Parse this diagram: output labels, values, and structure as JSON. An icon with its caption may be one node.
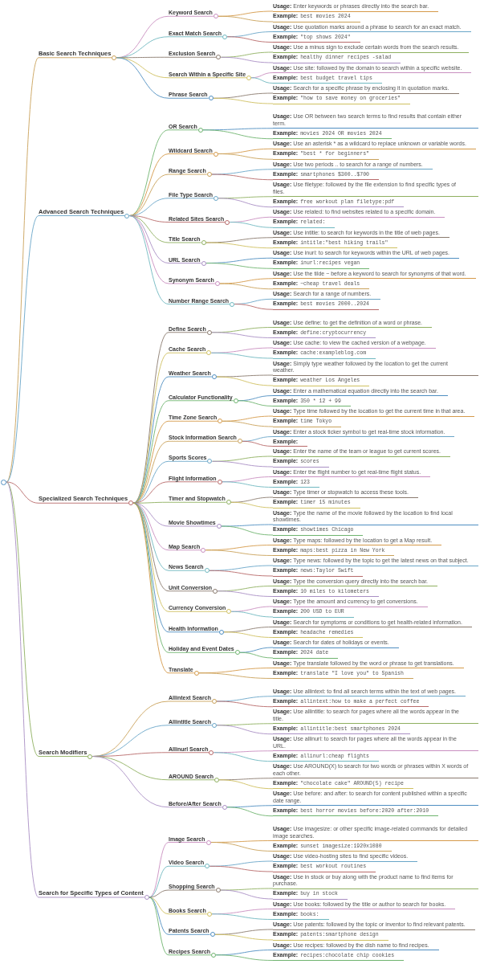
{
  "diagram": {
    "nodes": [
      {
        "text": [],
        "shape": "circle"
      },
      {
        "text": [
          "Basic Search Techniques"
        ]
      },
      {
        "text": [
          "Keyword Search"
        ]
      },
      {
        "text": [
          "Usage:",
          "Enter keywords or phrases directly into the search bar."
        ]
      },
      {
        "text": [
          "Example:",
          "best movies 2024"
        ]
      },
      {
        "text": [
          "Exact Match Search"
        ]
      },
      {
        "text": [
          "Usage:",
          "Use quotation marks around a phrase to search for an exact match."
        ]
      },
      {
        "text": [
          "Example:",
          "\"top shows 2024\""
        ]
      },
      {
        "text": [
          "Exclusion Search"
        ]
      },
      {
        "text": [
          "Usage:",
          "Use a minus sign to exclude certain words from the search results."
        ]
      },
      {
        "text": [
          "Example:",
          "healthy dinner recipes -salad"
        ]
      },
      {
        "text": [
          "Search Within a Specific Site"
        ]
      },
      {
        "text": [
          "Usage:",
          "Use site: followed by the domain to search within a specific website."
        ]
      },
      {
        "text": [
          "Example:",
          "best budget travel tips"
        ]
      },
      {
        "text": [
          "Phrase Search"
        ]
      },
      {
        "text": [
          "Usage:",
          "Search for a specific phrase by enclosing it in quotation marks."
        ]
      },
      {
        "text": [
          "Example:",
          "\"how to save money on groceries\""
        ]
      },
      {
        "text": [
          "Advanced Search Techniques"
        ]
      },
      {
        "text": [
          "OR Search"
        ]
      },
      {
        "text": [
          "Usage:",
          "Use OR between two search terms to find results that contain either term."
        ]
      },
      {
        "text": [
          "Example:",
          "movies 2024 OR movies 2024"
        ]
      },
      {
        "text": [
          "Wildcard Search"
        ]
      },
      {
        "text": [
          "Usage:",
          "Use an asterisk * as a wildcard to replace unknown or variable words."
        ]
      },
      {
        "text": [
          "Example:",
          "\"best * for beginners\""
        ]
      },
      {
        "text": [
          "Range Search"
        ]
      },
      {
        "text": [
          "Usage:",
          "Use two periods .. to search for a range of numbers."
        ]
      },
      {
        "text": [
          "Example:",
          "smartphones $300..$700"
        ]
      },
      {
        "text": [
          "File Type Search"
        ]
      },
      {
        "text": [
          "Usage:",
          "Use filetype: followed by the file extension to find specific types of files."
        ]
      },
      {
        "text": [
          "Example:",
          "free workout plan filetype:pdf"
        ]
      },
      {
        "text": [
          "Related Sites Search"
        ]
      },
      {
        "text": [
          "Usage:",
          "Use related: to find websites related to a specific domain."
        ]
      },
      {
        "text": [
          "Example:",
          "related:"
        ]
      },
      {
        "text": [
          "Title Search"
        ]
      },
      {
        "text": [
          "Usage:",
          "Use intitle: to search for keywords in the title of web pages."
        ]
      },
      {
        "text": [
          "Example:",
          "intitle:\"best hiking trails\""
        ]
      },
      {
        "text": [
          "URL Search"
        ]
      },
      {
        "text": [
          "Usage:",
          "Use inurl: to search for keywords within the URL of web pages."
        ]
      },
      {
        "text": [
          "Example:",
          "inurl:recipes vegan"
        ]
      },
      {
        "text": [
          "Synonym Search"
        ]
      },
      {
        "text": [
          "Usage:",
          "Use the tilde ~ before a keyword to search for synonyms of that word."
        ]
      },
      {
        "text": [
          "Example:",
          "~cheap travel deals"
        ]
      },
      {
        "text": [
          "Number Range Search"
        ]
      },
      {
        "text": [
          "Usage:",
          "Search for a range of numbers."
        ]
      },
      {
        "text": [
          "Example:",
          "best movies 2000..2024"
        ]
      },
      {
        "text": [
          "Specialized Search Techniques"
        ]
      },
      {
        "text": [
          "Define Search"
        ]
      },
      {
        "text": [
          "Usage:",
          "Use define: to get the definition of a word or phrase."
        ]
      },
      {
        "text": [
          "Example:",
          "define:cryptocurrency"
        ]
      },
      {
        "text": [
          "Cache Search"
        ]
      },
      {
        "text": [
          "Usage:",
          "Use cache: to view the cached version of a webpage."
        ]
      },
      {
        "text": [
          "Example:",
          "cache:exampleblog.com"
        ]
      },
      {
        "text": [
          "Weather Search"
        ]
      },
      {
        "text": [
          "Usage:",
          "Simply type weather followed by the location to get the current weather."
        ]
      },
      {
        "text": [
          "Example:",
          "weather Los Angeles"
        ]
      },
      {
        "text": [
          "Calculator Functionality"
        ]
      },
      {
        "text": [
          "Usage:",
          "Enter a mathematical equation directly into the search bar."
        ]
      },
      {
        "text": [
          "Example:",
          "350 * 12 + 99"
        ]
      },
      {
        "text": [
          "Time Zone Search"
        ]
      },
      {
        "text": [
          "Usage:",
          "Type time followed by the location to get the current time in that area."
        ]
      },
      {
        "text": [
          "Example:",
          "time Tokyo"
        ]
      },
      {
        "text": [
          "Stock Information Search"
        ]
      },
      {
        "text": [
          "Usage:",
          "Enter a stock ticker symbol to get real-time stock information."
        ]
      },
      {
        "text": [
          "Example:"
        ]
      },
      {
        "text": [
          "Sports Scores"
        ]
      },
      {
        "text": [
          "Usage:",
          "Enter the name of the team or league to get current scores."
        ]
      },
      {
        "text": [
          "Example:",
          "scores"
        ]
      },
      {
        "text": [
          "Flight Information"
        ]
      },
      {
        "text": [
          "Usage:",
          "Enter the flight number to get real-time flight status."
        ]
      },
      {
        "text": [
          "Example:",
          "123"
        ]
      },
      {
        "text": [
          "Timer and Stopwatch"
        ]
      },
      {
        "text": [
          "Usage:",
          "Type timer or stopwatch to access these tools."
        ]
      },
      {
        "text": [
          "Example:",
          "timer 15 minutes"
        ]
      },
      {
        "text": [
          "Movie Showtimes"
        ]
      },
      {
        "text": [
          "Usage:",
          "Type the name of the movie followed by the location to find local showtimes."
        ]
      },
      {
        "text": [
          "Example:",
          "showtimes Chicago"
        ]
      },
      {
        "text": [
          "Map Search"
        ]
      },
      {
        "text": [
          "Usage:",
          "Type maps: followed by the location to get a Map result."
        ]
      },
      {
        "text": [
          "Example:",
          "maps:best pizza in New York"
        ]
      },
      {
        "text": [
          "News Search"
        ]
      },
      {
        "text": [
          "Usage:",
          "Type news: followed by the topic to get the latest news on that subject."
        ]
      },
      {
        "text": [
          "Example:",
          "news:Taylor Swift"
        ]
      },
      {
        "text": [
          "Unit Conversion"
        ]
      },
      {
        "text": [
          "Usage:",
          "Type the conversion query directly into the search bar."
        ]
      },
      {
        "text": [
          "Example:",
          "10 miles to kilometers"
        ]
      },
      {
        "text": [
          "Currency Conversion"
        ]
      },
      {
        "text": [
          "Usage:",
          "Type the amount and currency to get conversions."
        ]
      },
      {
        "text": [
          "Example:",
          "200 USD to EUR"
        ]
      },
      {
        "text": [
          "Health Information"
        ]
      },
      {
        "text": [
          "Usage:",
          "Search for symptoms or conditions to get health-related information."
        ]
      },
      {
        "text": [
          "Example:",
          "headache remedies"
        ]
      },
      {
        "text": [
          "Holiday and Event Dates"
        ]
      },
      {
        "text": [
          "Usage:",
          "Search for dates of holidays or events."
        ]
      },
      {
        "text": [
          "Example:",
          "2024 date"
        ]
      },
      {
        "text": [
          "Translate"
        ]
      },
      {
        "text": [
          "Usage:",
          "Type translate followed by the word or phrase to get translations."
        ]
      },
      {
        "text": [
          "Example:",
          "translate \"I love you\" to Spanish"
        ]
      },
      {
        "text": [
          "Search Modifiers"
        ]
      },
      {
        "text": [
          "Allintext Search"
        ]
      },
      {
        "text": [
          "Usage:",
          "Use allintext: to find all search terms within the text of web pages."
        ]
      },
      {
        "text": [
          "Example:",
          "allintext:how to make a perfect coffee"
        ]
      },
      {
        "text": [
          "Allintitle Search"
        ]
      },
      {
        "text": [
          "Usage:",
          "Use allintitle: to search for pages where all the words appear in the title."
        ]
      },
      {
        "text": [
          "Example:",
          "allintitle:best smartphones 2024"
        ]
      },
      {
        "text": [
          "Allinurl Search"
        ]
      },
      {
        "text": [
          "Usage:",
          "Use allinurl: to search for pages where all the words appear in the URL."
        ]
      },
      {
        "text": [
          "Example:",
          "allinurl:cheap flights"
        ]
      },
      {
        "text": [
          "AROUND Search"
        ]
      },
      {
        "text": [
          "Usage:",
          "Use AROUND(X) to search for two words or phrases within X words of each other."
        ]
      },
      {
        "text": [
          "Example:",
          "\"chocolate cake\" AROUND(5) recipe"
        ]
      },
      {
        "text": [
          "Before/After Search"
        ]
      },
      {
        "text": [
          "Usage:",
          "Use before: and after: to search for content published within a specific date range."
        ]
      },
      {
        "text": [
          "Example:",
          "best horror movies before:2020 after:2010"
        ]
      },
      {
        "text": [
          "Search for Specific Types of Content"
        ]
      },
      {
        "text": [
          "Image Search"
        ]
      },
      {
        "text": [
          "Usage:",
          "Use imagesize: or other specific image-related commands for detailed image searches."
        ]
      },
      {
        "text": [
          "Example:",
          "sunset imagesize:1920x1080"
        ]
      },
      {
        "text": [
          "Video Search"
        ]
      },
      {
        "text": [
          "Usage:",
          "Use video-hosting sites to find specific videos."
        ]
      },
      {
        "text": [
          "Example:",
          "best workout routines"
        ]
      },
      {
        "text": [
          "Shopping Search"
        ]
      },
      {
        "text": [
          "Usage:",
          "Use in stock or buy along with the product name to find items for purchase."
        ]
      },
      {
        "text": [
          "Example:",
          "buy in stock"
        ]
      },
      {
        "text": [
          "Books Search"
        ]
      },
      {
        "text": [
          "Usage:",
          "Use books: followed by the title or author to search for books."
        ]
      },
      {
        "text": [
          "Example:",
          "books:"
        ]
      },
      {
        "text": [
          "Patents Search"
        ]
      },
      {
        "text": [
          "Usage:",
          "Use patents: followed by the topic or inventor to find relevant patents."
        ]
      },
      {
        "text": [
          "Example:",
          "patents:smartphone design"
        ]
      },
      {
        "text": [
          "Recipes Search"
        ]
      },
      {
        "text": [
          "Usage:",
          "Use recipes: followed by the dish name to find recipes."
        ]
      },
      {
        "text": [
          "Example:",
          "recipes:chocolate chip cookies"
        ]
      }
    ],
    "edges": [
      {
        "from": 0,
        "to": 1,
        "arrow": "none",
        "color": "#c9a15a"
      },
      {
        "from": 0,
        "to": 17,
        "arrow": "none",
        "color": "#6aa6c8"
      },
      {
        "from": 0,
        "to": 45,
        "arrow": "none",
        "color": "#b86a6a"
      },
      {
        "from": 0,
        "to": 97,
        "arrow": "none",
        "color": "#8fb060"
      },
      {
        "from": 0,
        "to": 113,
        "arrow": "none",
        "color": "#a98fc4"
      },
      {
        "from": 1,
        "to": 2,
        "arrow": "none",
        "color": "#c98fc0"
      },
      {
        "from": 1,
        "to": 5,
        "arrow": "none",
        "color": "#6fb8c0"
      },
      {
        "from": 1,
        "to": 8,
        "arrow": "none",
        "color": "#8a7a6e"
      },
      {
        "from": 1,
        "to": 11,
        "arrow": "none",
        "color": "#cfc060"
      },
      {
        "from": 1,
        "to": 14,
        "arrow": "none",
        "color": "#4f8ec1"
      },
      {
        "from": 17,
        "to": 18,
        "arrow": "none",
        "color": "#6fb46f"
      },
      {
        "from": 17,
        "to": 21,
        "arrow": "none",
        "color": "#d59a4a"
      },
      {
        "from": 17,
        "to": 24,
        "arrow": "none",
        "color": "#c9a15a"
      },
      {
        "from": 17,
        "to": 27,
        "arrow": "none",
        "color": "#6aa6c8"
      },
      {
        "from": 17,
        "to": 30,
        "arrow": "none",
        "color": "#b86a6a"
      },
      {
        "from": 17,
        "to": 33,
        "arrow": "none",
        "color": "#8fb060"
      },
      {
        "from": 17,
        "to": 36,
        "arrow": "none",
        "color": "#a98fc4"
      },
      {
        "from": 17,
        "to": 39,
        "arrow": "none",
        "color": "#c98fc0"
      },
      {
        "from": 17,
        "to": 42,
        "arrow": "none",
        "color": "#6fb8c0"
      },
      {
        "from": 45,
        "to": 46,
        "arrow": "none",
        "color": "#8a7a6e"
      },
      {
        "from": 45,
        "to": 49,
        "arrow": "none",
        "color": "#cfc060"
      },
      {
        "from": 45,
        "to": 52,
        "arrow": "none",
        "color": "#4f8ec1"
      },
      {
        "from": 45,
        "to": 55,
        "arrow": "none",
        "color": "#6fb46f"
      },
      {
        "from": 45,
        "to": 58,
        "arrow": "none",
        "color": "#d59a4a"
      },
      {
        "from": 45,
        "to": 61,
        "arrow": "none",
        "color": "#c9a15a"
      },
      {
        "from": 45,
        "to": 64,
        "arrow": "none",
        "color": "#6aa6c8"
      },
      {
        "from": 45,
        "to": 67,
        "arrow": "none",
        "color": "#b86a6a"
      },
      {
        "from": 45,
        "to": 70,
        "arrow": "none",
        "color": "#8fb060"
      },
      {
        "from": 45,
        "to": 73,
        "arrow": "none",
        "color": "#a98fc4"
      },
      {
        "from": 45,
        "to": 76,
        "arrow": "none",
        "color": "#c98fc0"
      },
      {
        "from": 45,
        "to": 79,
        "arrow": "none",
        "color": "#6fb8c0"
      },
      {
        "from": 45,
        "to": 82,
        "arrow": "none",
        "color": "#8a7a6e"
      },
      {
        "from": 45,
        "to": 85,
        "arrow": "none",
        "color": "#cfc060"
      },
      {
        "from": 45,
        "to": 88,
        "arrow": "none",
        "color": "#4f8ec1"
      },
      {
        "from": 45,
        "to": 91,
        "arrow": "none",
        "color": "#6fb46f"
      },
      {
        "from": 45,
        "to": 94,
        "arrow": "none",
        "color": "#d59a4a"
      },
      {
        "from": 97,
        "to": 98,
        "arrow": "none",
        "color": "#c9a15a"
      },
      {
        "from": 97,
        "to": 101,
        "arrow": "none",
        "color": "#6aa6c8"
      },
      {
        "from": 97,
        "to": 104,
        "arrow": "none",
        "color": "#b86a6a"
      },
      {
        "from": 97,
        "to": 107,
        "arrow": "none",
        "color": "#8fb060"
      },
      {
        "from": 97,
        "to": 110,
        "arrow": "none",
        "color": "#a98fc4"
      },
      {
        "from": 113,
        "to": 114,
        "arrow": "none",
        "color": "#c98fc0"
      },
      {
        "from": 113,
        "to": 117,
        "arrow": "none",
        "color": "#6fb8c0"
      },
      {
        "from": 113,
        "to": 120,
        "arrow": "none",
        "color": "#8a7a6e"
      },
      {
        "from": 113,
        "to": 123,
        "arrow": "none",
        "color": "#cfc060"
      },
      {
        "from": 113,
        "to": 126,
        "arrow": "none",
        "color": "#4f8ec1"
      },
      {
        "from": 113,
        "to": 129,
        "arrow": "none",
        "color": "#6fb46f"
      },
      {
        "from": 2,
        "to": 3,
        "arrow": "none",
        "color": "#d59a4a"
      },
      {
        "from": 2,
        "to": 4,
        "arrow": "none",
        "color": "#c9a15a"
      },
      {
        "from": 5,
        "to": 6,
        "arrow": "none",
        "color": "#6aa6c8"
      },
      {
        "from": 5,
        "to": 7,
        "arrow": "none",
        "color": "#b86a6a"
      },
      {
        "from": 8,
        "to": 9,
        "arrow": "none",
        "color": "#8fb060"
      },
      {
        "from": 8,
        "to": 10,
        "arrow": "none",
        "color": "#a98fc4"
      },
      {
        "from": 11,
        "to": 12,
        "arrow": "none",
        "color": "#c98fc0"
      },
      {
        "from": 11,
        "to": 13,
        "arrow": "none",
        "color": "#6fb8c0"
      },
      {
        "from": 14,
        "to": 15,
        "arrow": "none",
        "color": "#8a7a6e"
      },
      {
        "from": 14,
        "to": 16,
        "arrow": "none",
        "color": "#cfc060"
      },
      {
        "from": 18,
        "to": 19,
        "arrow": "none",
        "color": "#4f8ec1"
      },
      {
        "from": 18,
        "to": 20,
        "arrow": "none",
        "color": "#6fb46f"
      },
      {
        "from": 21,
        "to": 22,
        "arrow": "none",
        "color": "#d59a4a"
      },
      {
        "from": 21,
        "to": 23,
        "arrow": "none",
        "color": "#c9a15a"
      },
      {
        "from": 24,
        "to": 25,
        "arrow": "none",
        "color": "#6aa6c8"
      },
      {
        "from": 24,
        "to": 26,
        "arrow": "none",
        "color": "#b86a6a"
      },
      {
        "from": 27,
        "to": 28,
        "arrow": "none",
        "color": "#8fb060"
      },
      {
        "from": 27,
        "to": 29,
        "arrow": "none",
        "color": "#a98fc4"
      },
      {
        "from": 30,
        "to": 31,
        "arrow": "none",
        "color": "#c98fc0"
      },
      {
        "from": 30,
        "to": 32,
        "arrow": "none",
        "color": "#6fb8c0"
      },
      {
        "from": 33,
        "to": 34,
        "arrow": "none",
        "color": "#8a7a6e"
      },
      {
        "from": 33,
        "to": 35,
        "arrow": "none",
        "color": "#cfc060"
      },
      {
        "from": 36,
        "to": 37,
        "arrow": "none",
        "color": "#4f8ec1"
      },
      {
        "from": 36,
        "to": 38,
        "arrow": "none",
        "color": "#6fb46f"
      },
      {
        "from": 39,
        "to": 40,
        "arrow": "none",
        "color": "#d59a4a"
      },
      {
        "from": 39,
        "to": 41,
        "arrow": "none",
        "color": "#c9a15a"
      },
      {
        "from": 42,
        "to": 43,
        "arrow": "none",
        "color": "#6aa6c8"
      },
      {
        "from": 42,
        "to": 44,
        "arrow": "none",
        "color": "#b86a6a"
      },
      {
        "from": 46,
        "to": 47,
        "arrow": "none",
        "color": "#8fb060"
      },
      {
        "from": 46,
        "to": 48,
        "arrow": "none",
        "color": "#a98fc4"
      },
      {
        "from": 49,
        "to": 50,
        "arrow": "none",
        "color": "#c98fc0"
      },
      {
        "from": 49,
        "to": 51,
        "arrow": "none",
        "color": "#6fb8c0"
      },
      {
        "from": 52,
        "to": 53,
        "arrow": "none",
        "color": "#8a7a6e"
      },
      {
        "from": 52,
        "to": 54,
        "arrow": "none",
        "color": "#cfc060"
      },
      {
        "from": 55,
        "to": 56,
        "arrow": "none",
        "color": "#4f8ec1"
      },
      {
        "from": 55,
        "to": 57,
        "arrow": "none",
        "color": "#6fb46f"
      },
      {
        "from": 58,
        "to": 59,
        "arrow": "none",
        "color": "#d59a4a"
      },
      {
        "from": 58,
        "to": 60,
        "arrow": "none",
        "color": "#c9a15a"
      },
      {
        "from": 61,
        "to": 62,
        "arrow": "none",
        "color": "#6aa6c8"
      },
      {
        "from": 61,
        "to": 63,
        "arrow": "none",
        "color": "#b86a6a"
      },
      {
        "from": 64,
        "to": 65,
        "arrow": "none",
        "color": "#8fb060"
      },
      {
        "from": 64,
        "to": 66,
        "arrow": "none",
        "color": "#a98fc4"
      },
      {
        "from": 67,
        "to": 68,
        "arrow": "none",
        "color": "#c98fc0"
      },
      {
        "from": 67,
        "to": 69,
        "arrow": "none",
        "color": "#6fb8c0"
      },
      {
        "from": 70,
        "to": 71,
        "arrow": "none",
        "color": "#8a7a6e"
      },
      {
        "from": 70,
        "to": 72,
        "arrow": "none",
        "color": "#cfc060"
      },
      {
        "from": 73,
        "to": 74,
        "arrow": "none",
        "color": "#4f8ec1"
      },
      {
        "from": 73,
        "to": 75,
        "arrow": "none",
        "color": "#6fb46f"
      },
      {
        "from": 76,
        "to": 77,
        "arrow": "none",
        "color": "#d59a4a"
      },
      {
        "from": 76,
        "to": 78,
        "arrow": "none",
        "color": "#c9a15a"
      },
      {
        "from": 79,
        "to": 80,
        "arrow": "none",
        "color": "#6aa6c8"
      },
      {
        "from": 79,
        "to": 81,
        "arrow": "none",
        "color": "#b86a6a"
      },
      {
        "from": 82,
        "to": 83,
        "arrow": "none",
        "color": "#8fb060"
      },
      {
        "from": 82,
        "to": 84,
        "arrow": "none",
        "color": "#a98fc4"
      },
      {
        "from": 85,
        "to": 86,
        "arrow": "none",
        "color": "#c98fc0"
      },
      {
        "from": 85,
        "to": 87,
        "arrow": "none",
        "color": "#6fb8c0"
      },
      {
        "from": 88,
        "to": 89,
        "arrow": "none",
        "color": "#8a7a6e"
      },
      {
        "from": 88,
        "to": 90,
        "arrow": "none",
        "color": "#cfc060"
      },
      {
        "from": 91,
        "to": 92,
        "arrow": "none",
        "color": "#4f8ec1"
      },
      {
        "from": 91,
        "to": 93,
        "arrow": "none",
        "color": "#6fb46f"
      },
      {
        "from": 94,
        "to": 95,
        "arrow": "none",
        "color": "#d59a4a"
      },
      {
        "from": 94,
        "to": 96,
        "arrow": "none",
        "color": "#c9a15a"
      },
      {
        "from": 98,
        "to": 99,
        "arrow": "none",
        "color": "#6aa6c8"
      },
      {
        "from": 98,
        "to": 100,
        "arrow": "none",
        "color": "#b86a6a"
      },
      {
        "from": 101,
        "to": 102,
        "arrow": "none",
        "color": "#8fb060"
      },
      {
        "from": 101,
        "to": 103,
        "arrow": "none",
        "color": "#a98fc4"
      },
      {
        "from": 104,
        "to": 105,
        "arrow": "none",
        "color": "#c98fc0"
      },
      {
        "from": 104,
        "to": 106,
        "arrow": "none",
        "color": "#6fb8c0"
      },
      {
        "from": 107,
        "to": 108,
        "arrow": "none",
        "color": "#8a7a6e"
      },
      {
        "from": 107,
        "to": 109,
        "arrow": "none",
        "color": "#cfc060"
      },
      {
        "from": 110,
        "to": 111,
        "arrow": "none",
        "color": "#4f8ec1"
      },
      {
        "from": 110,
        "to": 112,
        "arrow": "none",
        "color": "#6fb46f"
      },
      {
        "from": 114,
        "to": 115,
        "arrow": "none",
        "color": "#d59a4a"
      },
      {
        "from": 114,
        "to": 116,
        "arrow": "none",
        "color": "#c9a15a"
      },
      {
        "from": 117,
        "to": 118,
        "arrow": "none",
        "color": "#6aa6c8"
      },
      {
        "from": 117,
        "to": 119,
        "arrow": "none",
        "color": "#b86a6a"
      },
      {
        "from": 120,
        "to": 121,
        "arrow": "none",
        "color": "#8fb060"
      },
      {
        "from": 120,
        "to": 122,
        "arrow": "none",
        "color": "#a98fc4"
      },
      {
        "from": 123,
        "to": 124,
        "arrow": "none",
        "color": "#c98fc0"
      },
      {
        "from": 123,
        "to": 125,
        "arrow": "none",
        "color": "#6fb8c0"
      },
      {
        "from": 126,
        "to": 127,
        "arrow": "none",
        "color": "#8a7a6e"
      },
      {
        "from": 126,
        "to": 128,
        "arrow": "none",
        "color": "#cfc060"
      },
      {
        "from": 129,
        "to": 130,
        "arrow": "none",
        "color": "#4f8ec1"
      },
      {
        "from": 129,
        "to": 131,
        "arrow": "none",
        "color": "#6fb46f"
      }
    ]
  }
}
